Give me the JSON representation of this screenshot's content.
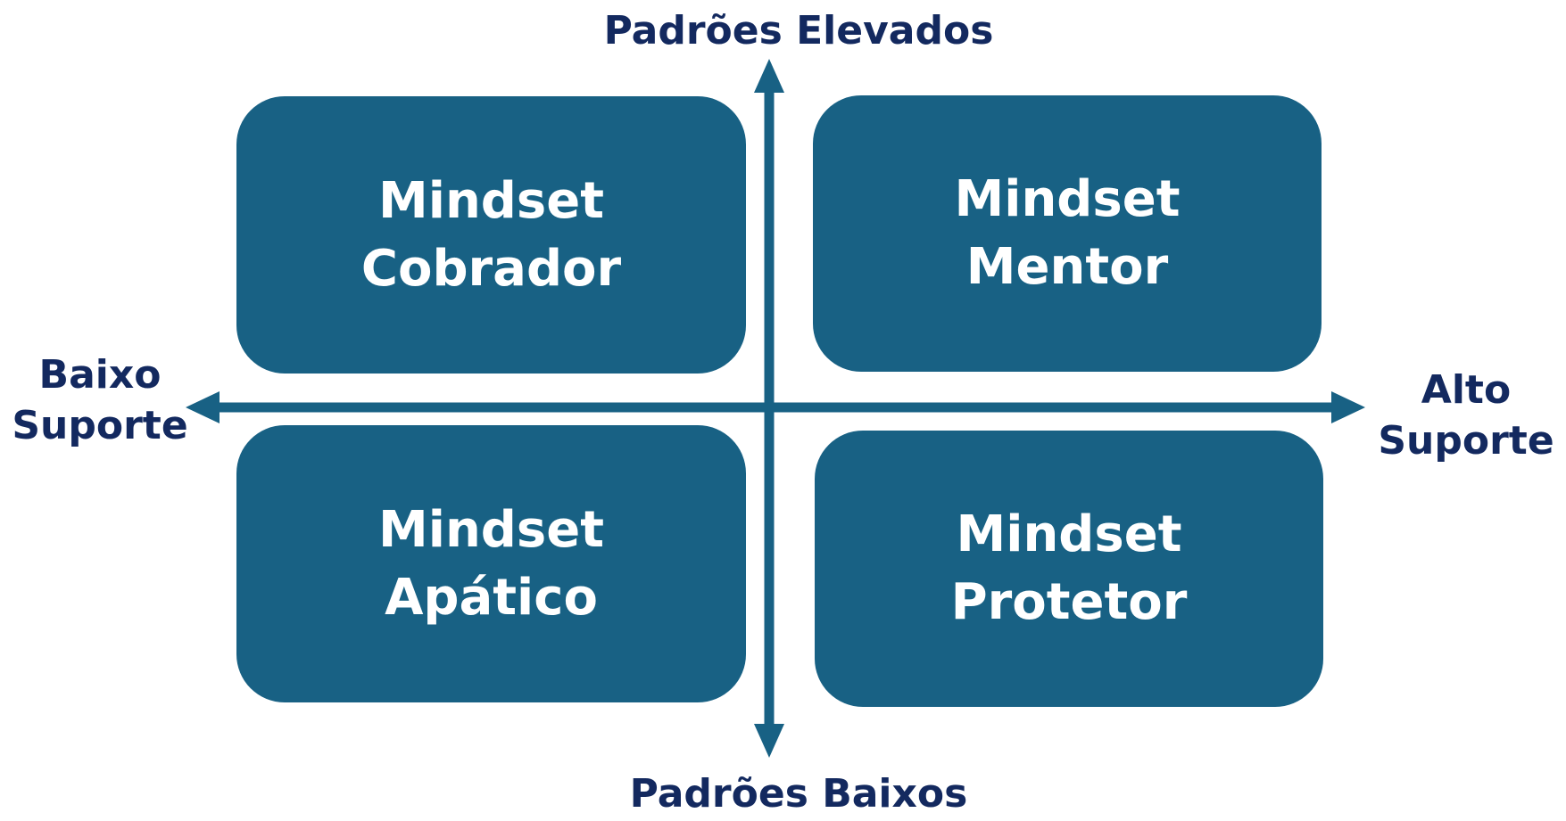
{
  "axes": {
    "top": "Padrões Elevados",
    "bottom": "Padrões Baixos",
    "left": [
      "Baixo",
      "Suporte"
    ],
    "right": [
      "Alto",
      "Suporte"
    ]
  },
  "quadrants": {
    "top_left": [
      "Mindset",
      "Cobrador"
    ],
    "top_right": [
      "Mindset",
      "Mentor"
    ],
    "bottom_left": [
      "Mindset",
      "Apático"
    ],
    "bottom_right": [
      "Mindset",
      "Protetor"
    ]
  },
  "colors": {
    "box": "#186184",
    "axis": "#186184",
    "label": "#13295f",
    "box_text": "#ffffff"
  }
}
